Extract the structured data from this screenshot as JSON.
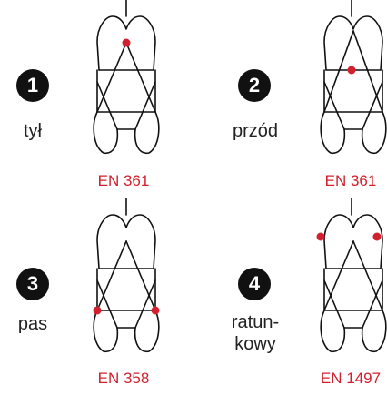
{
  "accent_color": "#d3202e",
  "harness_types": [
    {
      "number": "1",
      "label": "tył",
      "standard": "EN 361",
      "anchor_points": [
        "back-upper"
      ]
    },
    {
      "number": "2",
      "label": "przód",
      "standard": "EN 361",
      "anchor_points": [
        "chest-front"
      ]
    },
    {
      "number": "3",
      "label": "pas",
      "standard": "EN 358",
      "anchor_points": [
        "waist-left",
        "waist-right"
      ]
    },
    {
      "number": "4",
      "label": "ratun-\nkowy",
      "standard": "EN 1497",
      "anchor_points": [
        "shoulder-left",
        "shoulder-right"
      ]
    }
  ]
}
